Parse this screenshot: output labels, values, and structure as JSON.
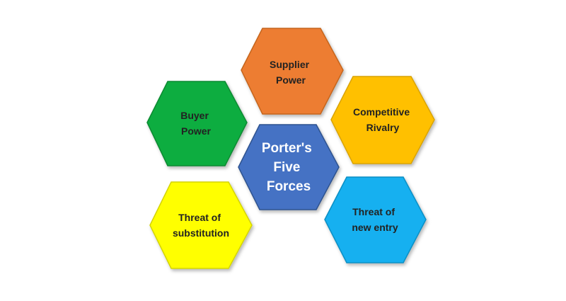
{
  "diagram": {
    "center": {
      "lines": [
        "Porter's",
        "Five",
        "Forces"
      ],
      "color": "#4472C4",
      "border": "#2F528F"
    },
    "forces": [
      {
        "id": "supplier-power",
        "lines": [
          "Supplier",
          "Power"
        ],
        "color": "#ED7D31",
        "border": "#C5651F"
      },
      {
        "id": "buyer-power",
        "lines": [
          "Buyer",
          "Power"
        ],
        "color": "#0EAD3F",
        "border": "#0A8A32"
      },
      {
        "id": "competitive-rivalry",
        "lines": [
          "Competitive",
          "Rivalry"
        ],
        "color": "#FFC000",
        "border": "#D9A300"
      },
      {
        "id": "threat-of-substitution",
        "lines": [
          "Threat of",
          "substitution"
        ],
        "color": "#FFFF00",
        "border": "#D4D400"
      },
      {
        "id": "threat-of-new-entry",
        "lines": [
          "Threat of",
          "new entry"
        ],
        "color": "#12B0F0",
        "border": "#0E8FC4"
      }
    ]
  }
}
